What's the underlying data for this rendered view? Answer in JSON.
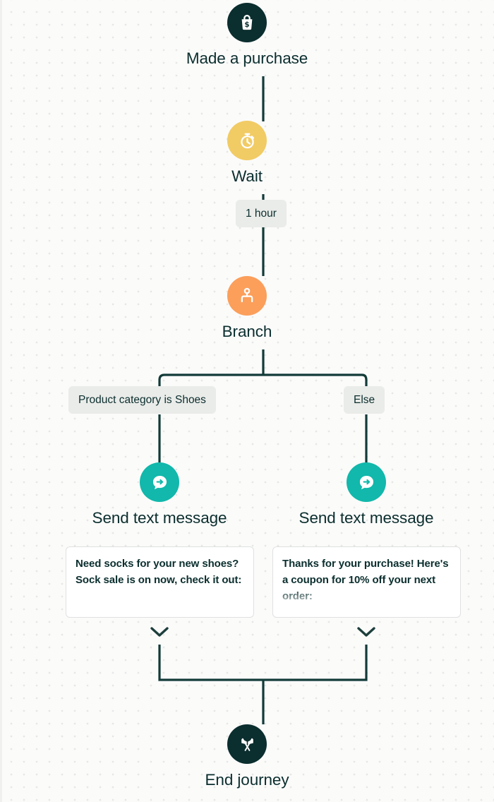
{
  "canvas": {
    "background_color": "#fbfbfa",
    "dot_color": "#e6e7e6",
    "wire_color": "#123b38"
  },
  "colors": {
    "dark_green": "#0b2e2e",
    "yellow": "#f1cb64",
    "orange": "#fb9f5b",
    "teal": "#11b8ab",
    "pill_background": "#eaece9",
    "card_border": "#dfe1df"
  },
  "nodes": {
    "trigger": {
      "label": "Made a purchase",
      "icon": "shopping-bag-dollar-icon"
    },
    "wait": {
      "label": "Wait",
      "icon": "stopwatch-icon",
      "value": "1 hour"
    },
    "branch": {
      "label": "Branch",
      "icon": "branch-split-icon"
    },
    "branch_left": {
      "condition": "Product category is Shoes",
      "label": "Send text message",
      "icon": "message-arrow-icon",
      "message": "Need socks for your new shoes? Sock sale is on now, check it out:"
    },
    "branch_right": {
      "condition": "Else",
      "label": "Send text message",
      "icon": "message-arrow-icon",
      "message": "Thanks for your purchase! Here's a coupon for 10% off your next order:"
    },
    "end": {
      "label": "End journey",
      "icon": "crossed-flags-icon"
    }
  },
  "expanders": {
    "left": "chevron-down-icon",
    "right": "chevron-down-icon"
  }
}
